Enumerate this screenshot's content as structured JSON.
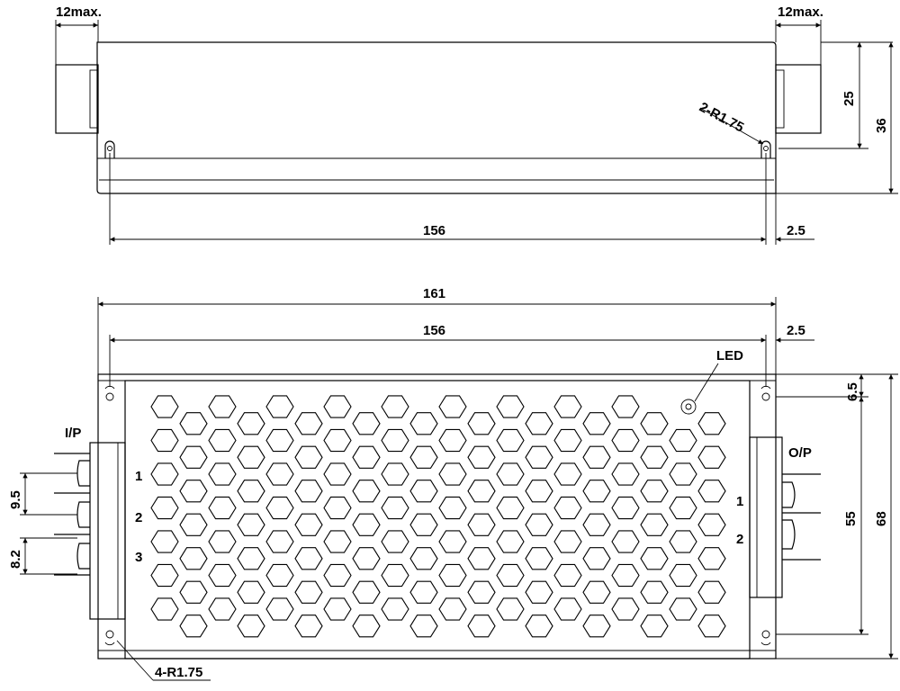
{
  "side_view": {
    "left_max": "12max.",
    "right_max": "12max.",
    "height_25": "25",
    "height_36": "36",
    "radius": "2-R1.75",
    "width_156": "156",
    "offset_25": "2.5"
  },
  "top_view": {
    "width_161": "161",
    "width_156": "156",
    "offset_25": "2.5",
    "led": "LED",
    "dim_65": "6.5",
    "dim_55": "55",
    "dim_68": "68",
    "ip_label": "I/P",
    "op_label": "O/P",
    "ip_pins": [
      "1",
      "2",
      "3"
    ],
    "op_pins": [
      "1",
      "2"
    ],
    "pitch_95": "9.5",
    "pitch_82": "8.2",
    "radius4": "4-R1.75"
  }
}
